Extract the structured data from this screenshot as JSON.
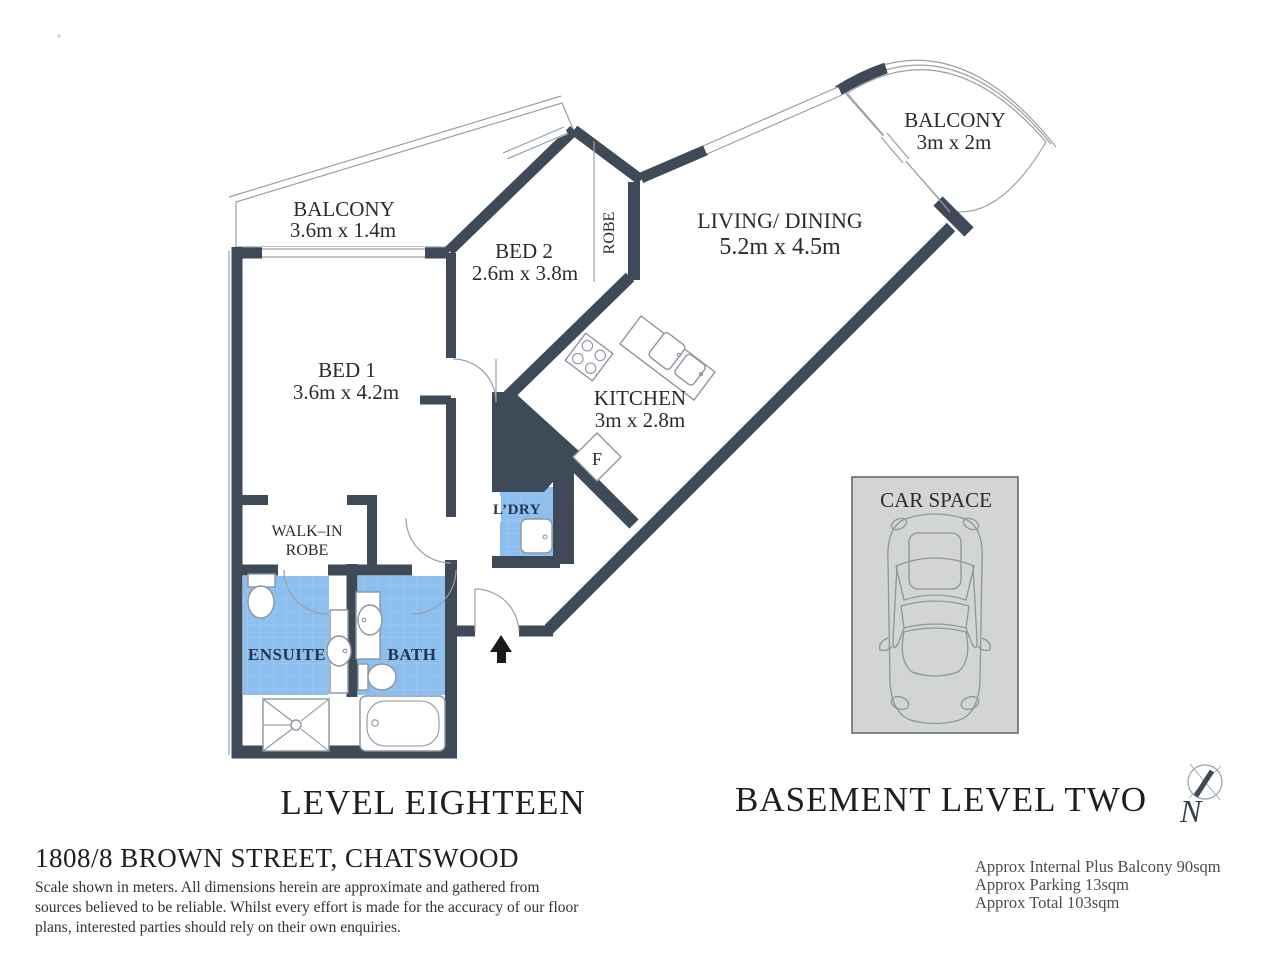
{
  "colors": {
    "wall": "#3E4A57",
    "wet": "#8CBFEE",
    "wet_grid": "#A3CBF2",
    "balcony": "#D9DBD8",
    "balcony_grid": "#C8CBC6",
    "carspace": "#D3D5D2",
    "thin": "#98A0A6",
    "fixture": "#8C95A0",
    "label": "#2B2B2B",
    "navy": "#25354F",
    "caption": "#1F1F1F",
    "muted": "#4D4D4D",
    "disclaimer": "#333333"
  },
  "plan": {
    "rooms": {
      "balcony_left": {
        "name": "BALCONY",
        "dims": "3.6m x 1.4m"
      },
      "bed2": {
        "name": "BED 2",
        "dims": "2.6m x 3.8m"
      },
      "robe": {
        "name": "ROBE"
      },
      "living": {
        "name": "LIVING/ DINING",
        "dims": "5.2m x 4.5m"
      },
      "balcony_right": {
        "name": "BALCONY",
        "dims": "3m x 2m"
      },
      "bed1": {
        "name": "BED 1",
        "dims": "3.6m x 4.2m"
      },
      "kitchen": {
        "name": "KITCHEN",
        "dims": "3m x 2.8m"
      },
      "fridge": {
        "label": "F"
      },
      "laundry": {
        "name": "L’DRY"
      },
      "walkin_robe": {
        "line1": "WALK–IN",
        "line2": "ROBE"
      },
      "ensuite": {
        "name": "ENSUITE"
      },
      "bath": {
        "name": "BATH"
      },
      "car_space": {
        "name": "CAR SPACE"
      }
    },
    "captions": {
      "left": "LEVEL EIGHTEEN",
      "right": "BASEMENT LEVEL TWO"
    }
  },
  "footer": {
    "address": "1808/8 BROWN STREET, CHATSWOOD",
    "disclaimer_lines": [
      "Scale shown in meters. All dimensions herein are approximate and gathered from",
      "sources believed to be  reliable. Whilst every effort is made for the accuracy of our floor",
      "plans, interested parties should rely on their own enquiries."
    ],
    "areas": [
      "Approx Internal Plus Balcony 90sqm",
      "Approx Parking 13sqm",
      "Approx Total 103sqm"
    ]
  },
  "compass": {
    "label": "N"
  }
}
